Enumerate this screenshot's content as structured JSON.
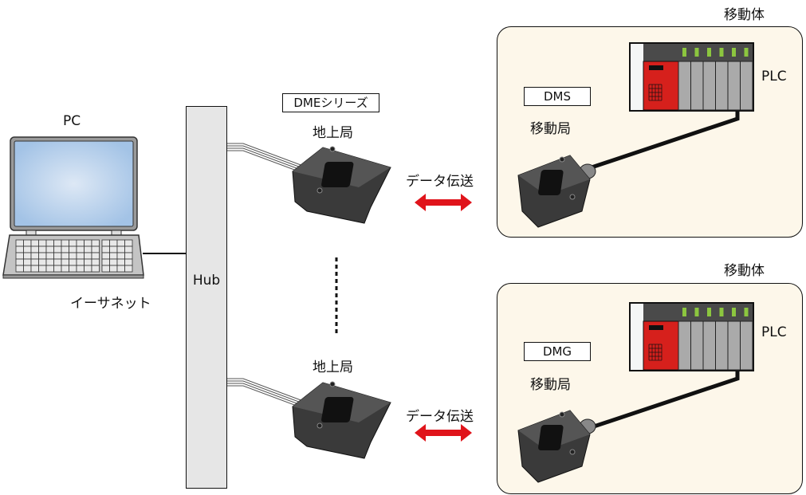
{
  "pc": {
    "label": "PC",
    "network_label": "イーサネット"
  },
  "hub": {
    "label": "Hub"
  },
  "series_label": "DMEシリーズ",
  "ground_stations": [
    {
      "label": "地上局",
      "transfer_label": "データ伝送"
    },
    {
      "label": "地上局",
      "transfer_label": "データ伝送"
    }
  ],
  "mobile_bodies": [
    {
      "title": "移動体",
      "model": "DMS",
      "station_label": "移動局",
      "plc_label": "PLC"
    },
    {
      "title": "移動体",
      "model": "DMG",
      "station_label": "移動局",
      "plc_label": "PLC"
    }
  ],
  "colors": {
    "arrow": "#e0141b",
    "plc_cpu": "#d6201c",
    "plc_led": "#8cc63f",
    "mobile_bg": "#fdf7ea",
    "screen": "#a9c8e8"
  }
}
